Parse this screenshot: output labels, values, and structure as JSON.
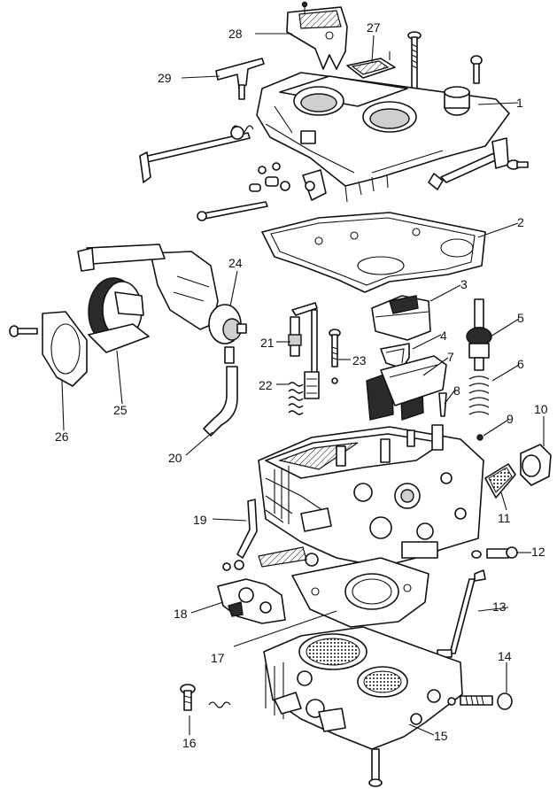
{
  "callouts": [
    {
      "id": "1",
      "text": "1"
    },
    {
      "id": "2",
      "text": "2"
    },
    {
      "id": "3",
      "text": "3"
    },
    {
      "id": "4",
      "text": "4"
    },
    {
      "id": "5",
      "text": "5"
    },
    {
      "id": "6",
      "text": "6"
    },
    {
      "id": "7",
      "text": "7"
    },
    {
      "id": "8",
      "text": "8"
    },
    {
      "id": "9",
      "text": "9"
    },
    {
      "id": "10",
      "text": "10"
    },
    {
      "id": "11",
      "text": "11"
    },
    {
      "id": "12",
      "text": "12"
    },
    {
      "id": "13",
      "text": "13"
    },
    {
      "id": "14",
      "text": "14"
    },
    {
      "id": "15",
      "text": "15"
    },
    {
      "id": "16",
      "text": "16"
    },
    {
      "id": "17",
      "text": "17"
    },
    {
      "id": "18",
      "text": "18"
    },
    {
      "id": "19",
      "text": "19"
    },
    {
      "id": "20",
      "text": "20"
    },
    {
      "id": "21",
      "text": "21"
    },
    {
      "id": "22",
      "text": "22"
    },
    {
      "id": "23",
      "text": "23"
    },
    {
      "id": "24",
      "text": "24"
    },
    {
      "id": "25",
      "text": "25"
    },
    {
      "id": "26",
      "text": "26"
    },
    {
      "id": "27",
      "text": "27"
    },
    {
      "id": "28",
      "text": "28"
    },
    {
      "id": "29",
      "text": "29"
    }
  ],
  "palette": {
    "ink": "#111111",
    "paper": "#ffffff"
  }
}
